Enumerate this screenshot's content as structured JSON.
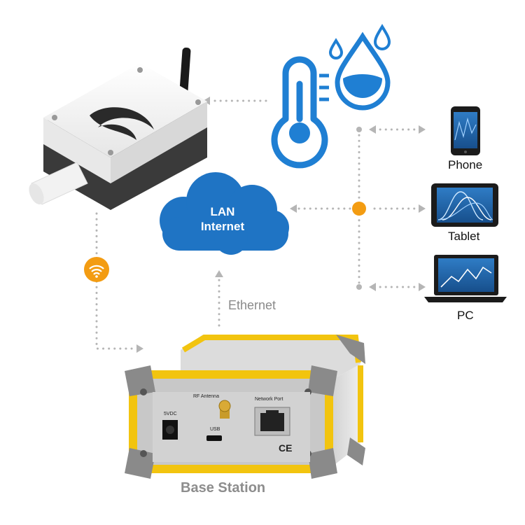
{
  "cloud": {
    "line1": "LAN",
    "line2": "Internet"
  },
  "devices": {
    "phone": "Phone",
    "tablet": "Tablet",
    "pc": "PC"
  },
  "link_label": "Ethernet",
  "base_station": {
    "title": "Base Station",
    "rf_antenna": "RF Antenna",
    "network_port": "Network Port",
    "power": "5VDC",
    "usb": "USB",
    "ce": "CE"
  },
  "colors": {
    "blue": "#1f7fd3",
    "cloud": "#1f74c4",
    "orange": "#f39c12",
    "yellow_frame": "#f2c40f",
    "dots": "#b0b0b0"
  },
  "icons": [
    "sensor-device-icon",
    "thermometer-icon",
    "water-drops-icon",
    "cloud-icon",
    "wifi-icon",
    "phone-icon",
    "tablet-icon",
    "laptop-icon",
    "base-station-icon"
  ]
}
